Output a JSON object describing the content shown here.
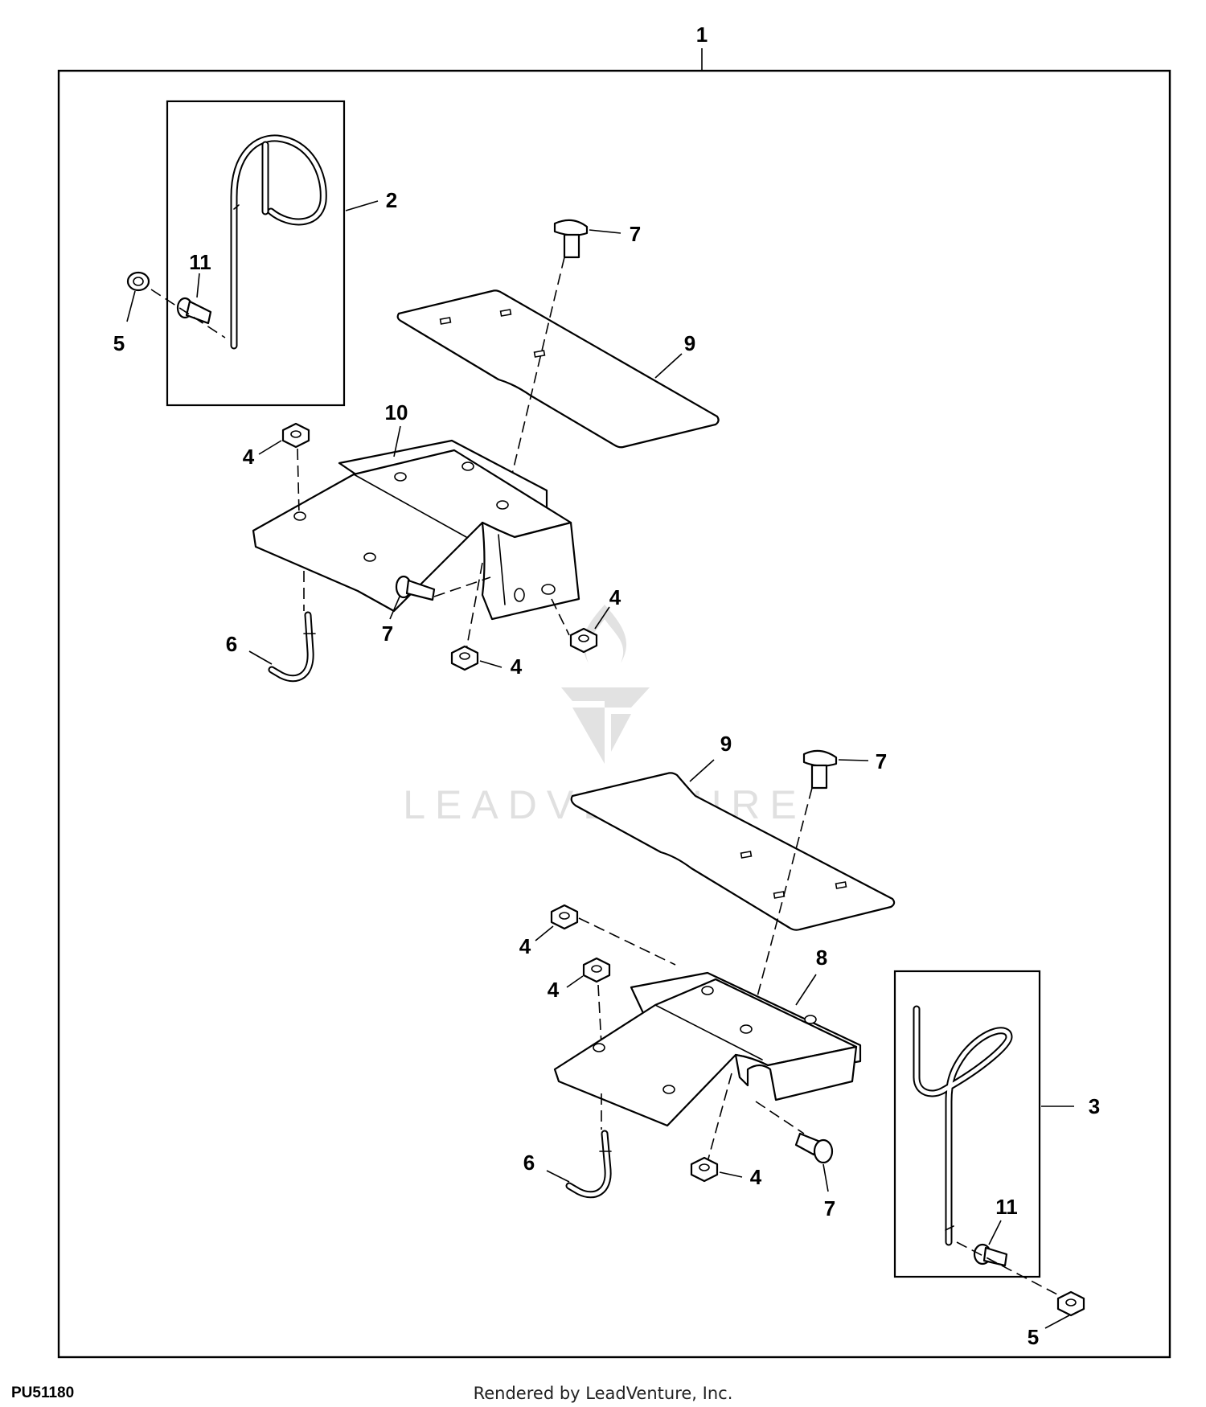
{
  "callouts": {
    "c1": "1",
    "c2": "2",
    "c3": "3",
    "c4a": "4",
    "c4b": "4",
    "c4c": "4",
    "c4d": "4",
    "c4e": "4",
    "c4f": "4",
    "c5a": "5",
    "c5b": "5",
    "c6a": "6",
    "c6b": "6",
    "c7a": "7",
    "c7b": "7",
    "c7c": "7",
    "c7d": "7",
    "c8": "8",
    "c9a": "9",
    "c9b": "9",
    "c10": "10",
    "c11a": "11",
    "c11b": "11"
  },
  "watermark": {
    "text": "LEADVENTURE",
    "logo": "leadventure-logo"
  },
  "footer": {
    "figure_code": "PU51180",
    "credit": "Rendered by LeadVenture, Inc."
  }
}
